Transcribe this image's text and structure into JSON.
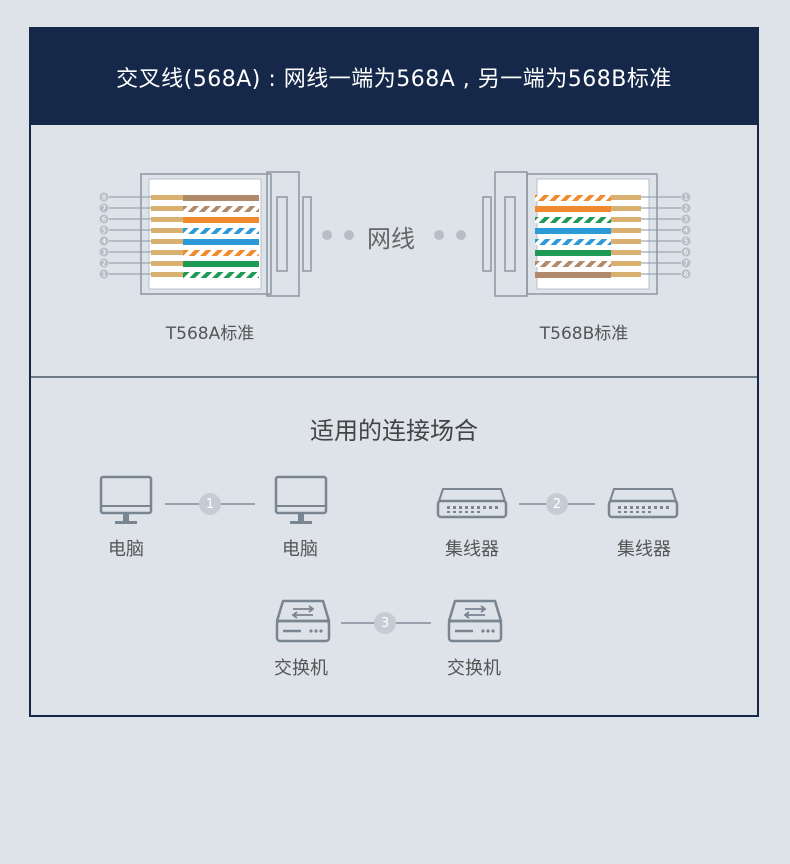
{
  "header": {
    "title": "交叉线(568A) : 网线一端为568A , 另一端为568B标准"
  },
  "diagram": {
    "middle_label": "网线",
    "left_standard": "T568A标准",
    "right_standard": "T568B标准",
    "left_pin_numbers": [
      "8",
      "7",
      "6",
      "5",
      "4",
      "3",
      "2",
      "1"
    ],
    "right_pin_numbers": [
      "1",
      "2",
      "3",
      "4",
      "5",
      "6",
      "7",
      "8"
    ]
  },
  "scenarios": {
    "title": "适用的连接场合",
    "pairs": [
      {
        "number": "1",
        "left": "电脑",
        "right": "电脑",
        "left_icon": "monitor-icon",
        "right_icon": "monitor-icon"
      },
      {
        "number": "2",
        "left": "集线器",
        "right": "集线器",
        "left_icon": "hub-icon",
        "right_icon": "hub-icon"
      },
      {
        "number": "3",
        "left": "交换机",
        "right": "交换机",
        "left_icon": "switch-icon",
        "right_icon": "switch-icon"
      }
    ]
  },
  "colors": {
    "header_bg": "#15284a",
    "orange": "#f08a2c",
    "green": "#1f9a55",
    "blue": "#2b9ad6",
    "brown": "#b08a6a",
    "tan": "#d9b06f",
    "icon_stroke": "#7a8592"
  }
}
